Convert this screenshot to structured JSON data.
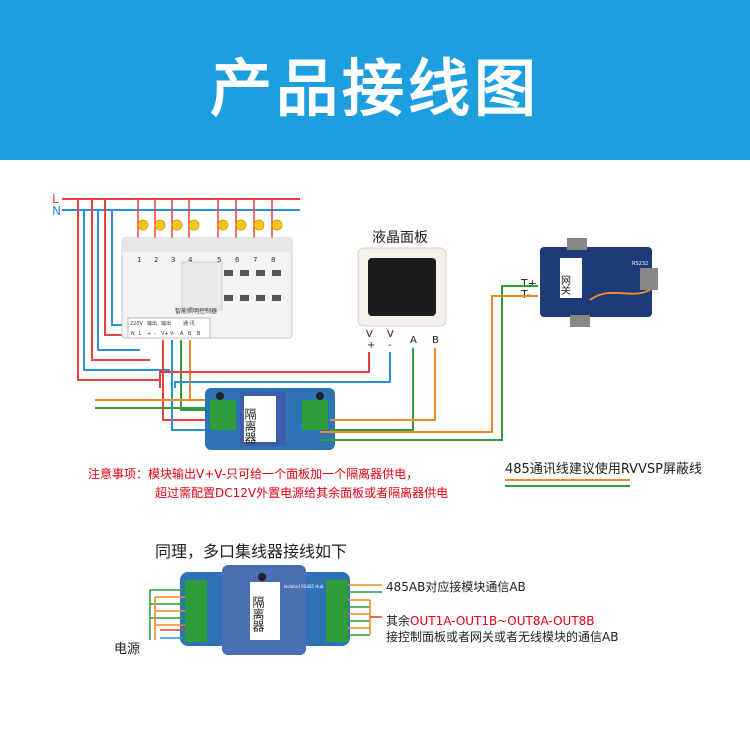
{
  "banner": {
    "title": "产品接线图",
    "color": "#1c9ee0"
  },
  "power": {
    "live_label": "L",
    "neutral_label": "N"
  },
  "controller": {
    "name": "智能照明控制器",
    "channel_labels": [
      "1",
      "2",
      "3",
      "4",
      "5",
      "6",
      "7",
      "8"
    ],
    "terminal_groups": [
      "220V",
      "输出",
      "输出",
      "通 讯"
    ],
    "terminals": [
      "N",
      "L",
      "+",
      "-",
      "V+",
      "V-",
      "A",
      "B",
      "B"
    ]
  },
  "lcd_panel": {
    "title": "液晶面板",
    "pins": [
      "V",
      "V",
      "A",
      "B"
    ],
    "pin_polarity": [
      "+",
      "-"
    ]
  },
  "gateway": {
    "label": "网关",
    "side_label": "RS232",
    "t_plus": "T+",
    "t_minus": "T-"
  },
  "isolator": {
    "label": "隔离器"
  },
  "notes": {
    "line1": "注意事项：模块输出V+V-只可给一个面板加一个隔离器供电，",
    "line2": "超过需配置DC12V外置电源给其余面板或者隔离器供电",
    "color": "#e60012"
  },
  "cable_note": "485通讯线建议使用RVVSP屏蔽线",
  "hub_section": {
    "title": "同理，多口集线器接线如下",
    "hub_label": "隔离器",
    "hub_small_text": "Isolated RS485 Hub",
    "power_label": "电源",
    "desc1": "485AB对应接模块通信AB",
    "desc2_prefix": "其余",
    "desc2_highlight": "OUT1A-OUT1B~OUT8A-OUT8B",
    "desc3": "接控制面板或者网关或者无线模块的通信AB"
  },
  "colors": {
    "live_wire": "#e8403a",
    "neutral_wire": "#2b8fd9",
    "data_a_wire": "#2e9e3c",
    "data_b_wire": "#f08a24",
    "device_blue": "#3d5caa"
  }
}
